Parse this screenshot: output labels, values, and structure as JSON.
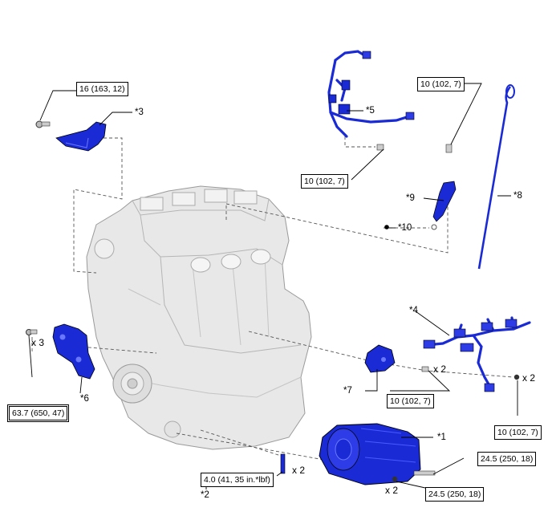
{
  "part_labels": {
    "p1": "*1",
    "p2": "*2",
    "p3": "*3",
    "p4": "*4",
    "p5": "*5",
    "p6": "*6",
    "p7": "*7",
    "p8": "*8",
    "p9": "*9",
    "p10": "*10"
  },
  "torque_labels": {
    "t_bracket3": "16 (163, 12)",
    "t_wire5": "10 (102, 7)",
    "t_dipstick_top": "10 (102, 7)",
    "t_bracket6": "63.7 (650, 47)",
    "t_bracket7": "10 (102, 7)",
    "t_wire4": "10 (102, 7)",
    "t_comp_bolt": "24.5 (250, 18)",
    "t_comp_nut": "24.5 (250, 18)",
    "t_stud": "4.0 (41, 35 in.*lbf)"
  },
  "multipliers": {
    "m_bracket6": "x 3",
    "m_bracket7": "x 2",
    "m_wire4": "x 2",
    "m_stud": "x 2",
    "m_comp_nut": "x 2"
  },
  "colors": {
    "highlight": "#1a2bd6",
    "engine": "#e6e6e6",
    "outline": "#000000"
  }
}
